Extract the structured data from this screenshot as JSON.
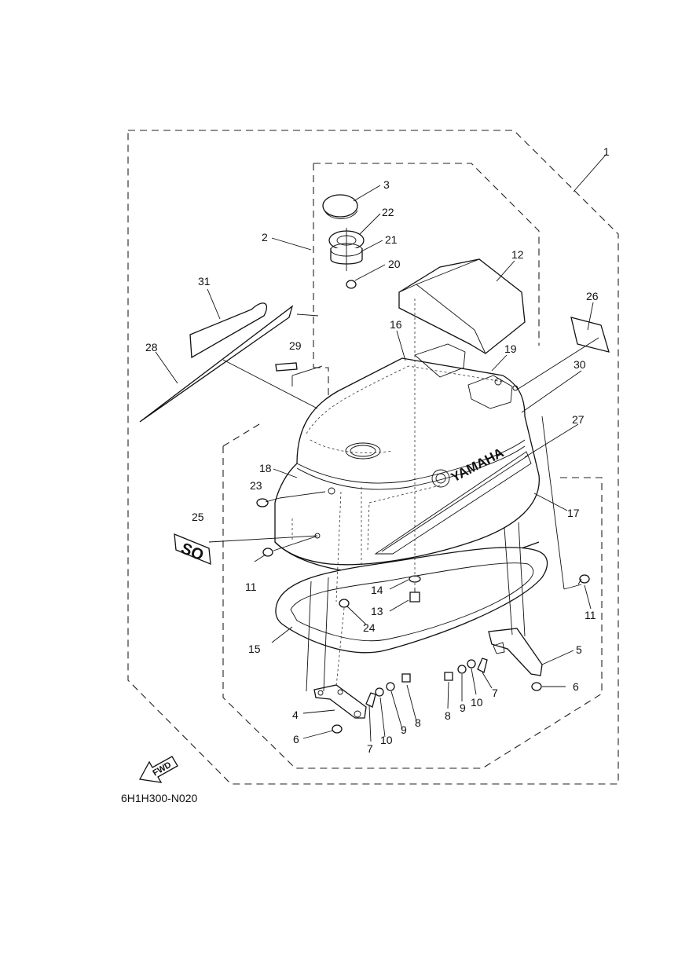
{
  "diagram": {
    "code": "6H1H300-N020",
    "fwd_label": "FWD",
    "brand_text": "YAMAHA",
    "badge_text": "SO",
    "callouts": [
      "1",
      "2",
      "3",
      "4",
      "5",
      "6",
      "6",
      "7",
      "7",
      "8",
      "8",
      "9",
      "9",
      "10",
      "10",
      "11",
      "11",
      "12",
      "13",
      "14",
      "15",
      "16",
      "17",
      "18",
      "19",
      "20",
      "21",
      "22",
      "23",
      "24",
      "25",
      "26",
      "27",
      "28",
      "29",
      "30",
      "31"
    ]
  }
}
